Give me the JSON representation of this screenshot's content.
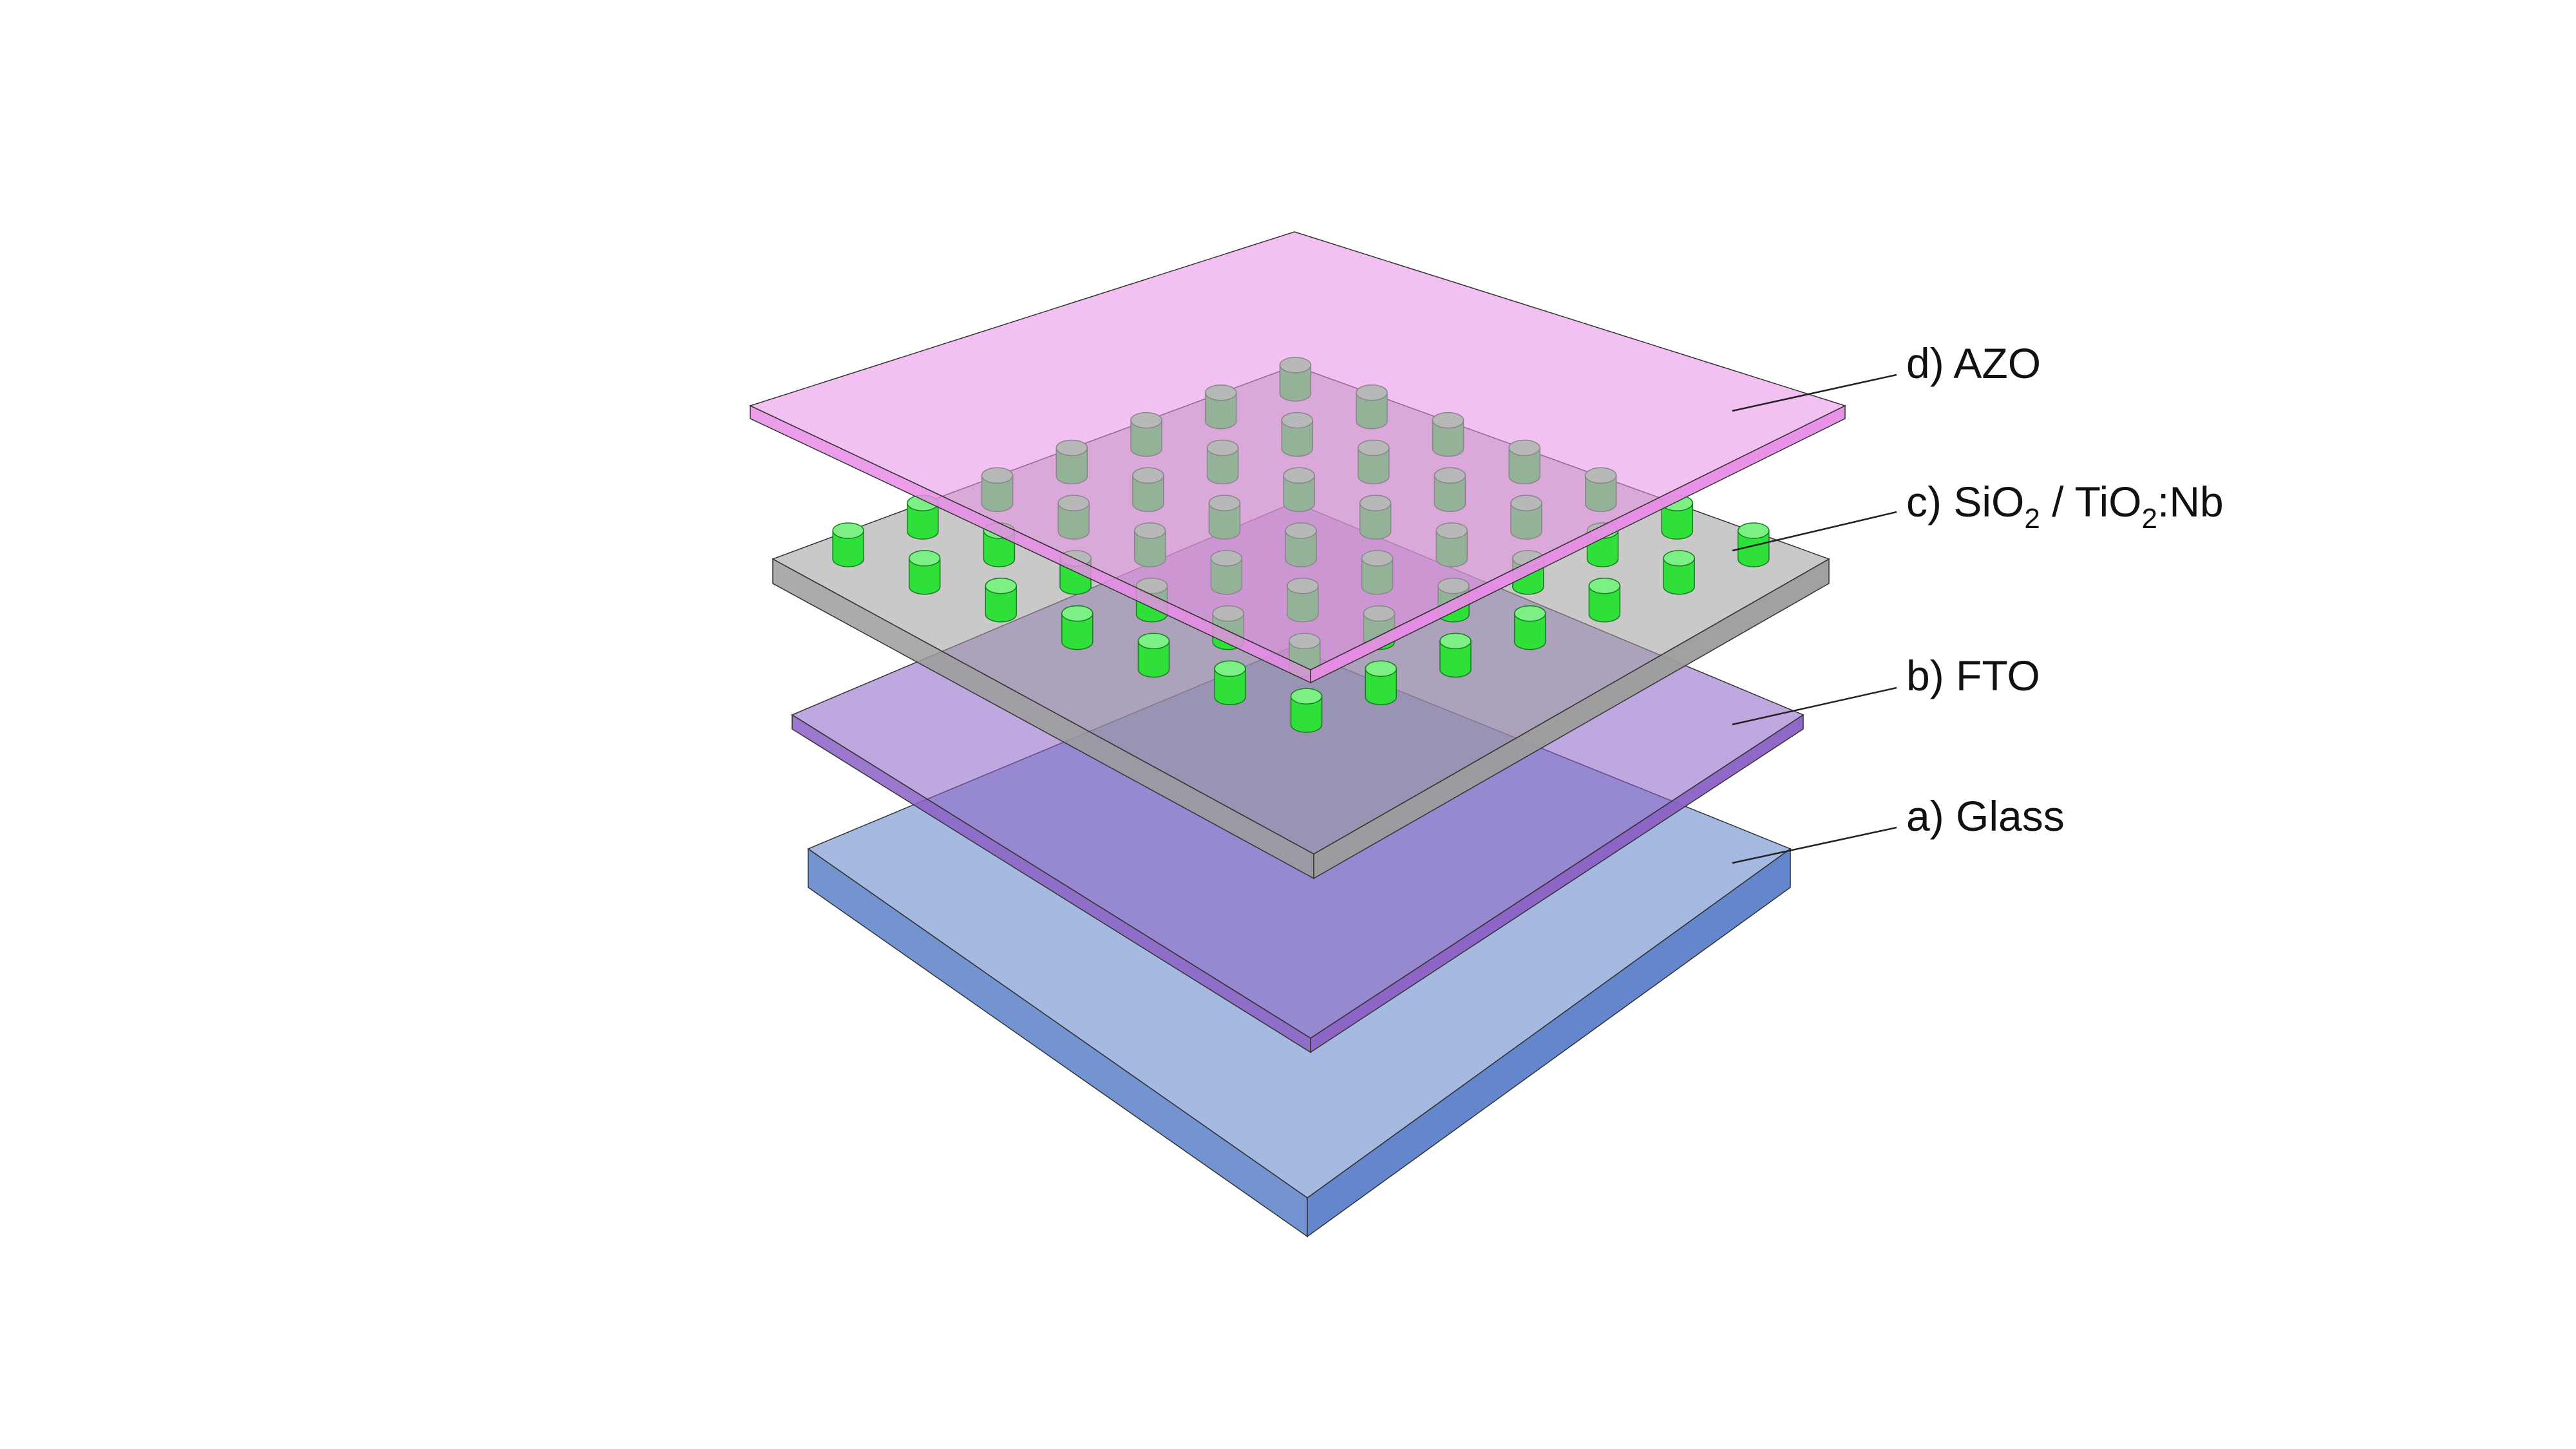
{
  "layers": [
    {
      "id": "glass",
      "label": "a) Glass",
      "color": "#5b80c9"
    },
    {
      "id": "fto",
      "label": "b) FTO",
      "color": "#8a60c4"
    },
    {
      "id": "sio2",
      "color": "#9c9c9c"
    },
    {
      "id": "azo",
      "label": "d) AZO",
      "color": "#e88ce6"
    }
  ],
  "label_c": {
    "prefix": "c) SiO",
    "sub1": "2",
    "mid": " / TiO",
    "sub2": "2",
    "suffix": ":Nb"
  },
  "pillar_color": "#2fe03a",
  "pillar_grid": {
    "rows": 7,
    "cols": 7
  }
}
